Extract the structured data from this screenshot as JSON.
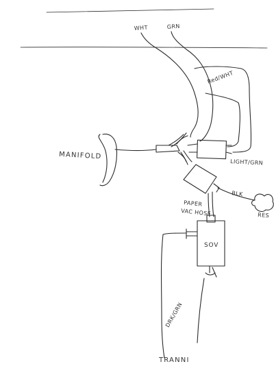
{
  "labels": {
    "wht": "WHT",
    "grn": "GRN",
    "red_wht": "Red/WHT",
    "manifold": "MANIFOLD",
    "light_grn": "LIGHT/GRN",
    "blk": "BLK",
    "res": "RES",
    "paper_vac_hose": "PAPER VAC HOSE",
    "sov": "SOV",
    "drk_grn": "DRK/GRN",
    "tranny": "TRANNI"
  },
  "colors": {
    "ink": "#2a2a2a",
    "paper": "#ffffff"
  }
}
